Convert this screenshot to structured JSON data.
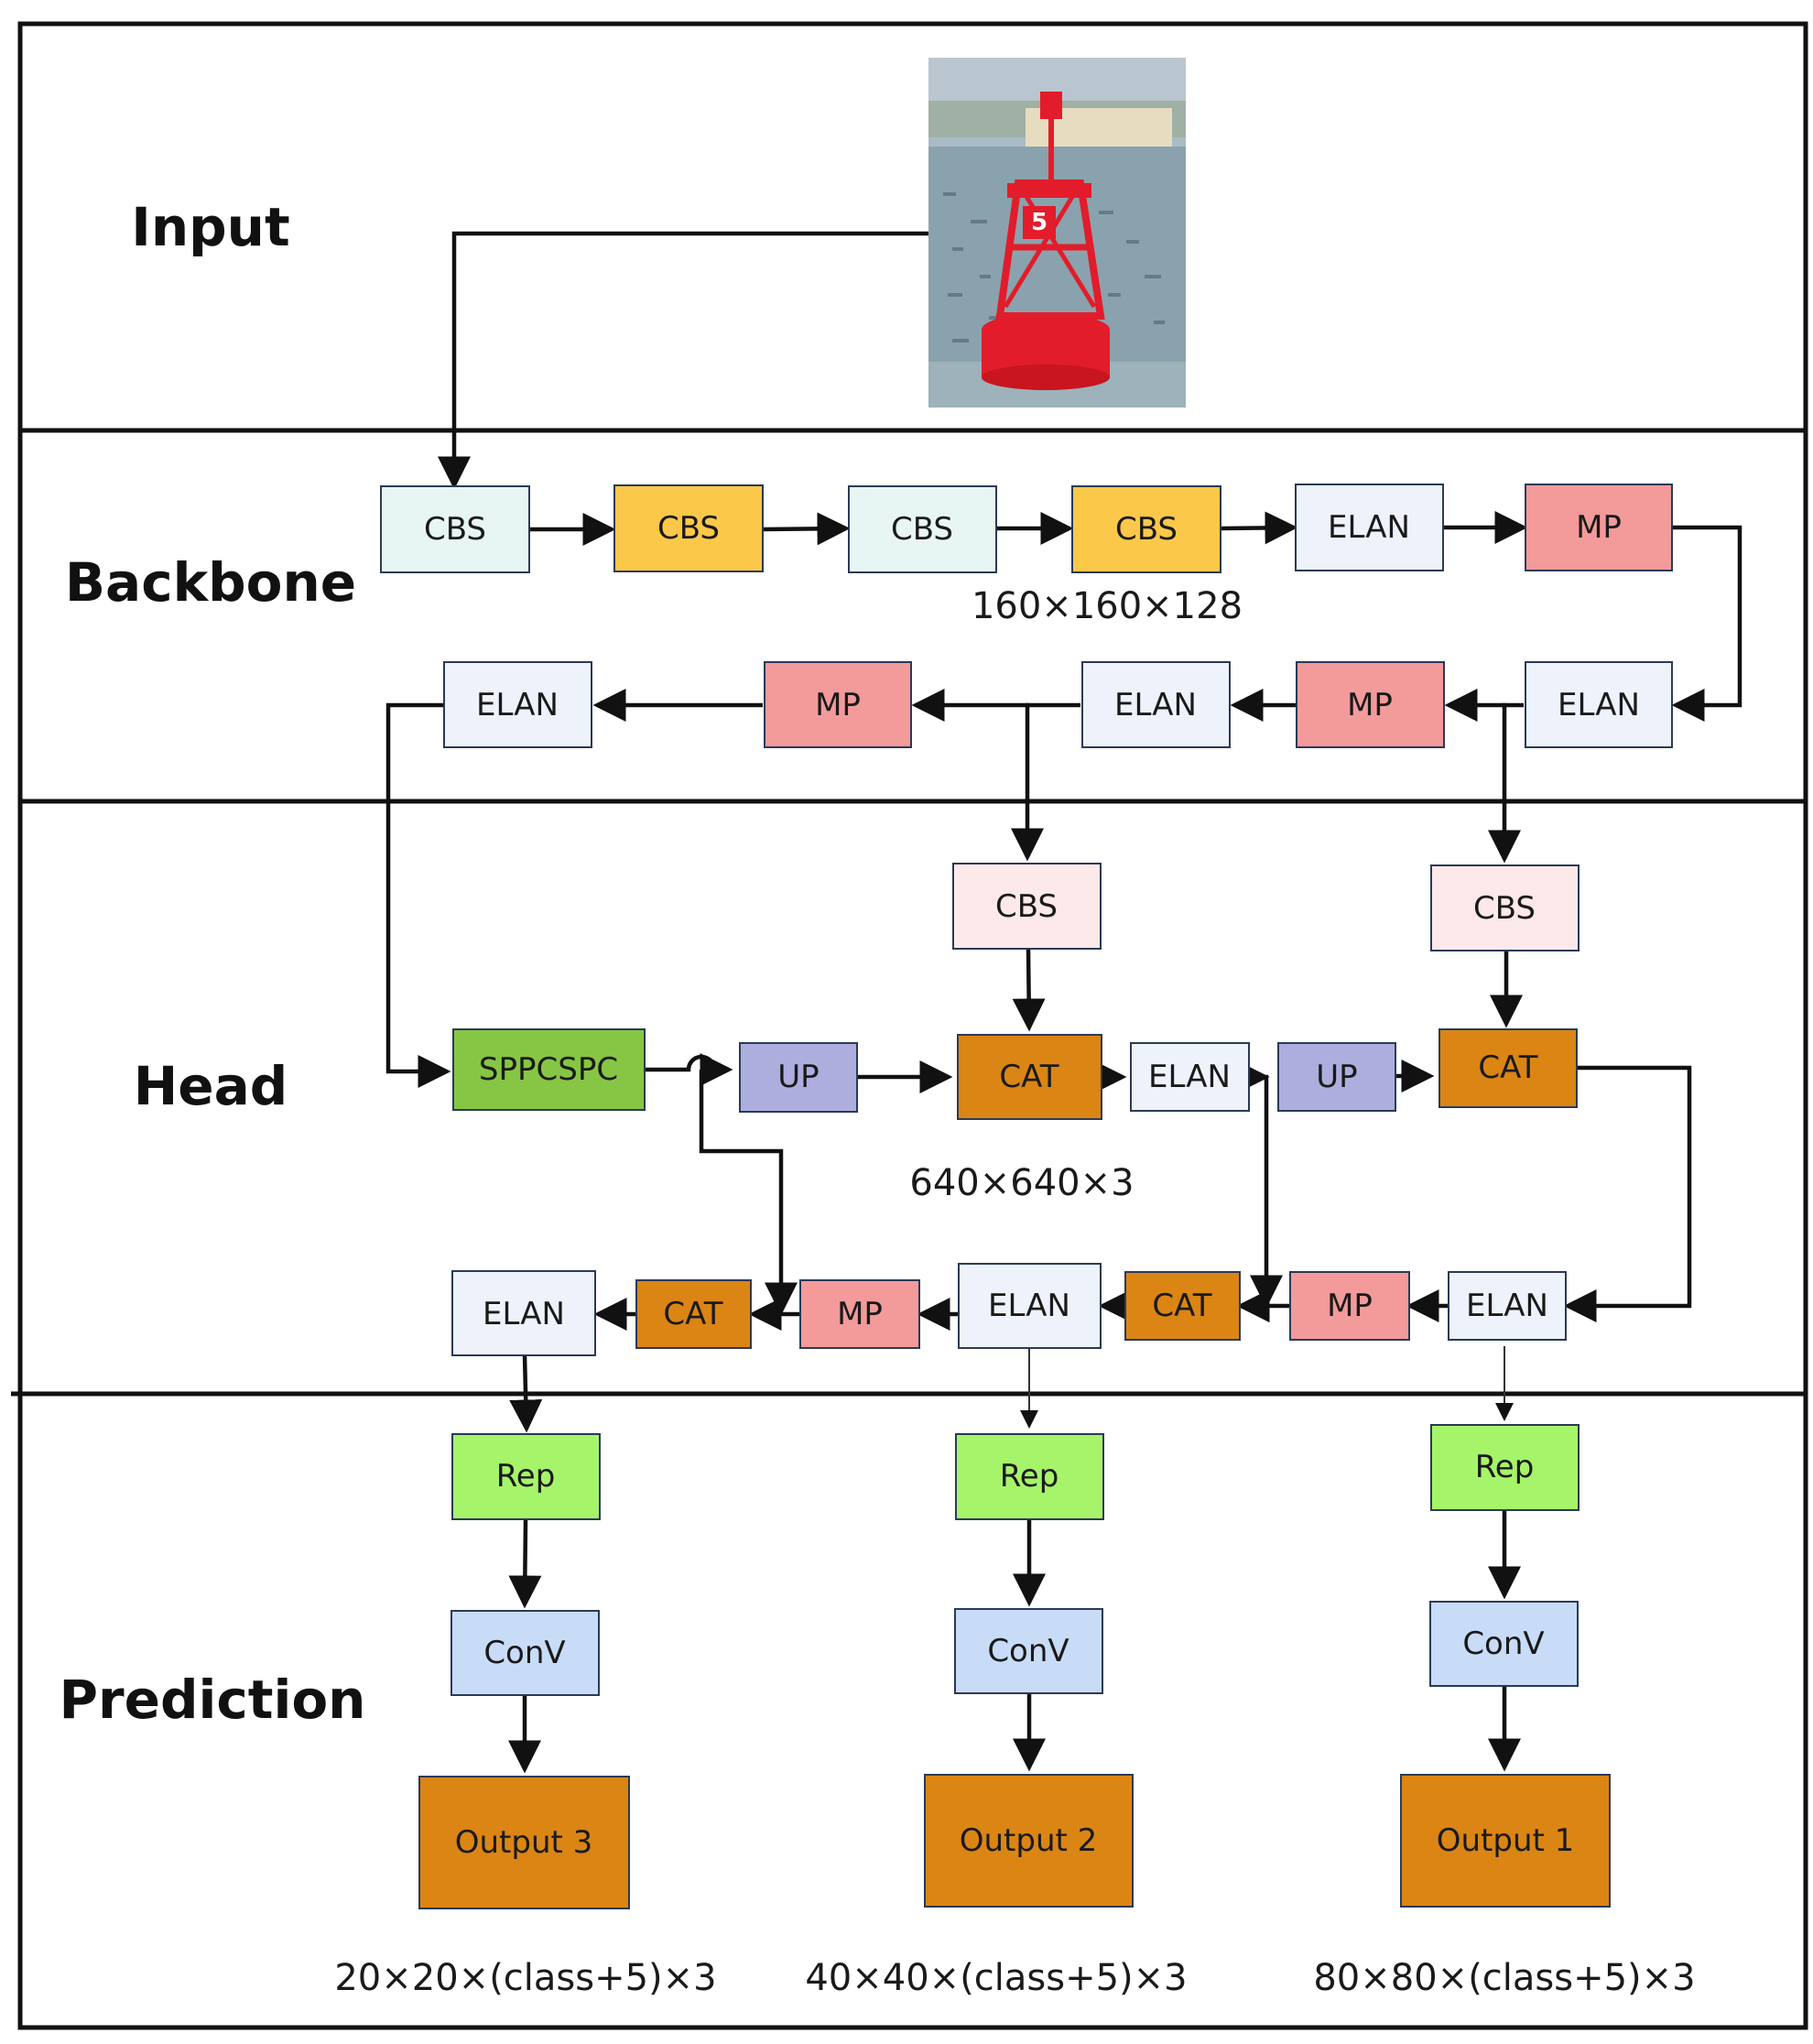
{
  "sections": {
    "input": "Input",
    "backbone": "Backbone",
    "head": "Head",
    "prediction": "Prediction"
  },
  "input_image": {
    "buoy_number": "5"
  },
  "blocks": {
    "bb_cbs1": "CBS",
    "bb_cbs2": "CBS",
    "bb_cbs3": "CBS",
    "bb_cbs4": "CBS",
    "bb_elan1": "ELAN",
    "bb_mp1": "MP",
    "bb_elan2": "ELAN",
    "bb_mp2": "MP",
    "bb_elan3": "ELAN",
    "bb_mp3": "MP",
    "bb_elan4": "ELAN",
    "hd_cbs1": "CBS",
    "hd_cbs2": "CBS",
    "hd_sppcspc": "SPPCSPC",
    "hd_up1": "UP",
    "hd_cat1": "CAT",
    "hd_elan1": "ELAN",
    "hd_up2": "UP",
    "hd_cat2": "CAT",
    "hd_elan_b1": "ELAN",
    "hd_cat_b1": "CAT",
    "hd_mp_b1": "MP",
    "hd_elan_b2": "ELAN",
    "hd_cat_b2": "CAT",
    "hd_mp_b2": "MP",
    "hd_elan_b3": "ELAN",
    "pr_rep3": "Rep",
    "pr_rep2": "Rep",
    "pr_rep1": "Rep",
    "pr_conv3": "ConV",
    "pr_conv2": "ConV",
    "pr_conv1": "ConV",
    "pr_out3": "Output 3",
    "pr_out2": "Output 2",
    "pr_out1": "Output 1"
  },
  "dims": {
    "backbone": "160×160×128",
    "head": "640×640×3",
    "out3": "20×20×(class+5)×3",
    "out2": "40×40×(class+5)×3",
    "out1": "80×80×(class+5)×3"
  },
  "colors": {
    "cbs_light": "#e8f6f3",
    "cbs_yellow": "#fcc84a",
    "elan": "#eef2fb",
    "mp": "#f39a9b",
    "cbs_pink": "#fde9e9",
    "sppcspc": "#86c644",
    "up": "#aeaede",
    "cat": "#db8514",
    "rep": "#a6f46a",
    "conv": "#c8dcf8"
  }
}
